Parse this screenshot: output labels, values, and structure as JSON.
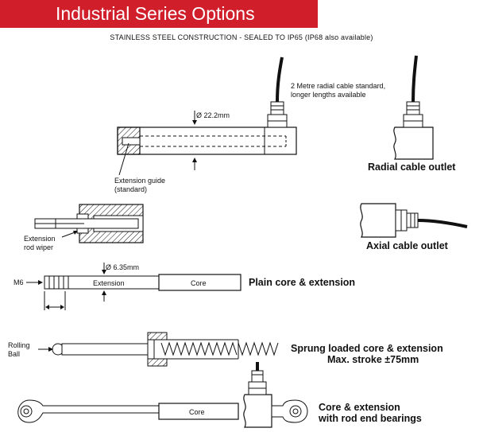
{
  "header": {
    "title": "Industrial Series Options",
    "subtitle": "STAINLESS STEEL CONSTRUCTION - SEALED TO IP65 (IP68 also available)"
  },
  "annotations": {
    "diameter_body": "Ø 22.2mm",
    "cable_note_1": "2 Metre radial cable standard,",
    "cable_note_2": "longer lengths available",
    "extension_guide_1": "Extension guide",
    "extension_guide_2": "(standard)",
    "rod_wiper_1": "Extension",
    "rod_wiper_2": "rod wiper",
    "diameter_rod": "Ø 6.35mm",
    "m6": "M6",
    "extension_label": "Extension",
    "core_label": "Core",
    "rolling_ball_1": "Rolling",
    "rolling_ball_2": "Ball",
    "core_label_2": "Core"
  },
  "captions": {
    "radial": "Radial cable outlet",
    "axial": "Axial cable outlet",
    "plain_core": "Plain core & extension",
    "sprung_1": "Sprung loaded core & extension",
    "sprung_2": "Max. stroke ±75mm",
    "rod_end_1": "Core & extension",
    "rod_end_2": "with rod end bearings"
  }
}
